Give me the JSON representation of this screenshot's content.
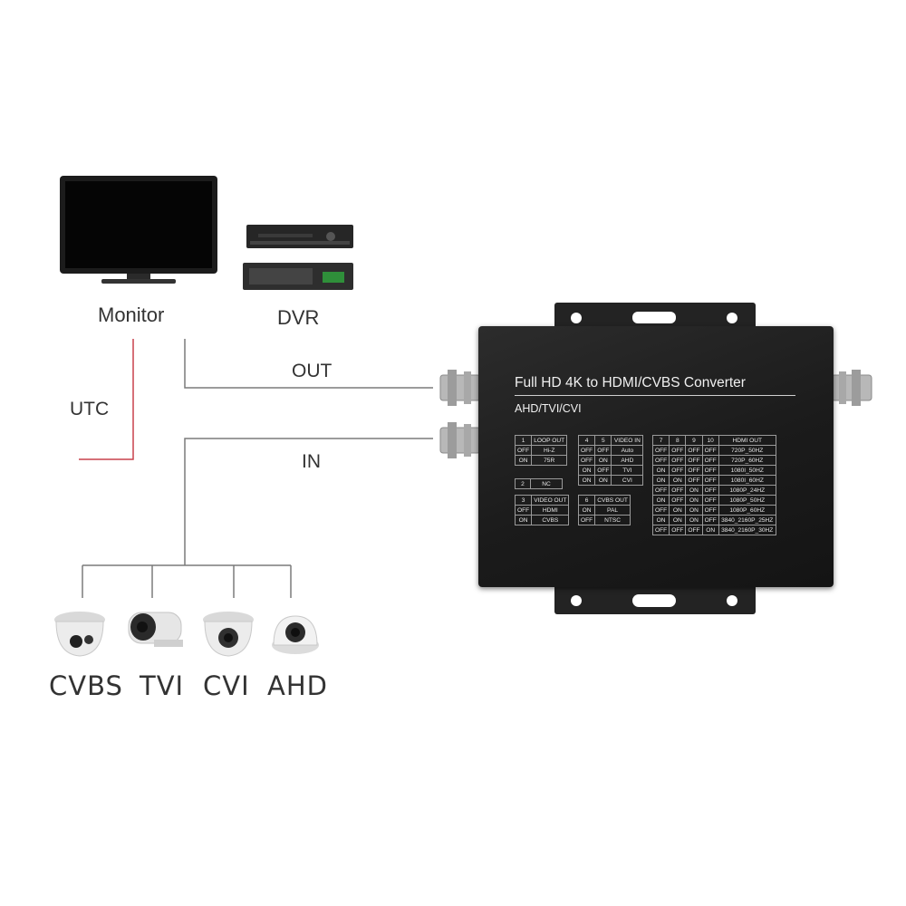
{
  "labels": {
    "monitor": "Monitor",
    "dvr": "DVR",
    "out": "OUT",
    "utc": "UTC",
    "in": "IN"
  },
  "cameras": [
    {
      "label": "CVBS",
      "icon": "dome-camera-icon"
    },
    {
      "label": "TVI",
      "icon": "bullet-camera-icon"
    },
    {
      "label": "CVI",
      "icon": "dome-camera-icon"
    },
    {
      "label": "AHD",
      "icon": "dome-camera-icon"
    }
  ],
  "converter": {
    "title": "Full HD 4K to HDMI/CVBS Converter",
    "subtitle": "AHD/TVI/CVI",
    "table_loop": [
      [
        "1",
        "LOOP OUT"
      ],
      [
        "OFF",
        "Hi-Z"
      ],
      [
        "ON",
        "75R"
      ]
    ],
    "table_nc": [
      [
        "2",
        "NC"
      ]
    ],
    "table_video_out": [
      [
        "3",
        "VIDEO OUT"
      ],
      [
        "OFF",
        "HDMI"
      ],
      [
        "ON",
        "CVBS"
      ]
    ],
    "table_video_in": [
      [
        "4",
        "5",
        "VIDEO IN"
      ],
      [
        "OFF",
        "OFF",
        "Auto"
      ],
      [
        "OFF",
        "ON",
        "AHD"
      ],
      [
        "ON",
        "OFF",
        "TVI"
      ],
      [
        "ON",
        "ON",
        "CVI"
      ]
    ],
    "table_cvbs_out": [
      [
        "6",
        "CVBS OUT"
      ],
      [
        "ON",
        "PAL"
      ],
      [
        "OFF",
        "NTSC"
      ]
    ],
    "table_hdmi_out": [
      [
        "7",
        "8",
        "9",
        "10",
        "HDMI OUT"
      ],
      [
        "OFF",
        "OFF",
        "OFF",
        "OFF",
        "720P_50HZ"
      ],
      [
        "OFF",
        "OFF",
        "OFF",
        "OFF",
        "720P_60HZ"
      ],
      [
        "ON",
        "OFF",
        "OFF",
        "OFF",
        "1080I_50HZ"
      ],
      [
        "ON",
        "ON",
        "OFF",
        "OFF",
        "1080I_60HZ"
      ],
      [
        "OFF",
        "OFF",
        "ON",
        "OFF",
        "1080P_24HZ"
      ],
      [
        "ON",
        "OFF",
        "ON",
        "OFF",
        "1080P_50HZ"
      ],
      [
        "OFF",
        "ON",
        "ON",
        "OFF",
        "1080P_60HZ"
      ],
      [
        "ON",
        "ON",
        "ON",
        "OFF",
        "3840_2160P_25HZ"
      ],
      [
        "OFF",
        "OFF",
        "OFF",
        "ON",
        "3840_2160P_30HZ"
      ]
    ]
  },
  "colors": {
    "utc_line": "#c8414b",
    "wire": "#7a7a7a",
    "device_body": "#1e1e1e"
  }
}
